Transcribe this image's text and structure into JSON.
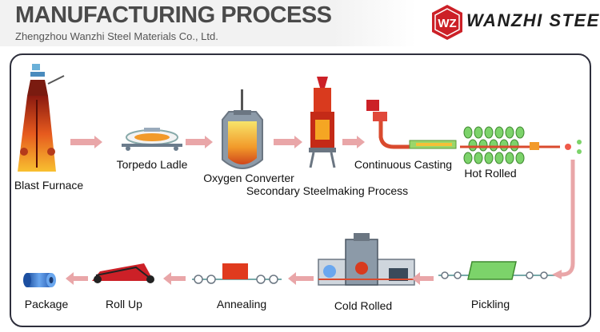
{
  "header": {
    "title": "MANUFACTURING PROCESS",
    "subtitle": "Zhengzhou Wanzhi Steel Materials Co., Ltd.",
    "brand_name": "WANZHI STEEL",
    "logo_monogram": "WZ"
  },
  "steps": [
    {
      "label": "Blast Furnace"
    },
    {
      "label": "Torpedo Ladle"
    },
    {
      "label": "Oxygen Converter"
    },
    {
      "label": "Secondary Steelmaking Process"
    },
    {
      "label": "Continuous Casting"
    },
    {
      "label": "Hot Rolled"
    },
    {
      "label": "Pickling"
    },
    {
      "label": "Cold Rolled"
    },
    {
      "label": "Annealing"
    },
    {
      "label": "Roll Up"
    },
    {
      "label": "Package"
    }
  ],
  "colors": {
    "accent_red": "#cc2027",
    "arrow": "#e9a6a8",
    "border": "#2e2f3c",
    "furnace_hot": "#f5a623",
    "machine_green": "#7cd36a",
    "coil_blue": "#3a7bd5"
  }
}
